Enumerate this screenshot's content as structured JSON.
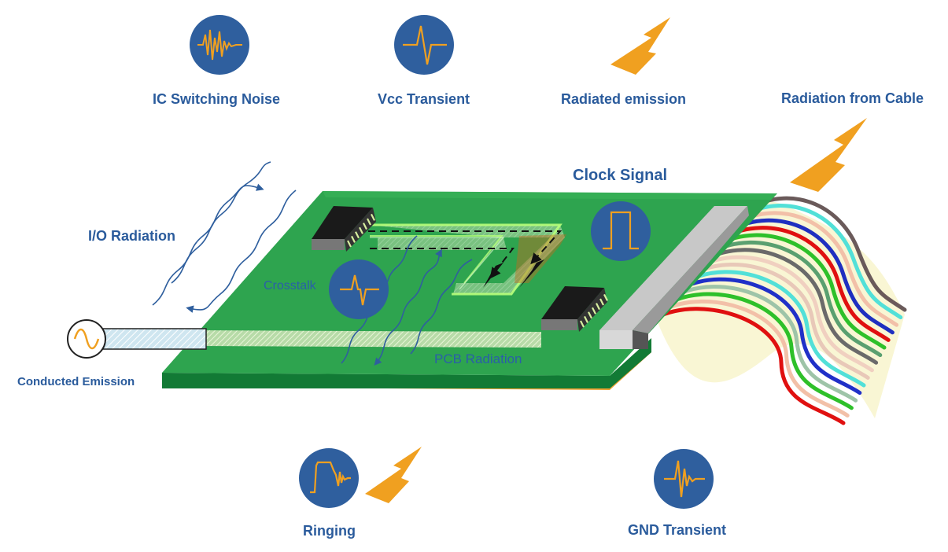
{
  "labels": {
    "ic_switching_noise": "IC Switching Noise",
    "vcc_transient": "Vcc Transient",
    "radiated_emission": "Radiated emission",
    "radiation_from_cable": "Radiation from Cable",
    "clock_signal": "Clock Signal",
    "io_radiation": "I/O Radiation",
    "crosstalk": "Crosstalk",
    "pcb_radiation": "PCB Radiation",
    "conducted_emission": "Conducted Emission",
    "ringing": "Ringing",
    "gnd_transient": "GND Transient"
  },
  "colors": {
    "label_blue": "#2a5b9c",
    "icon_circle": "#2f5f9e",
    "waveform_orange": "#f0a020",
    "lightning_orange": "#f0a020",
    "board_top": "#2ea44f",
    "board_edge": "#127a35",
    "board_copper": "#e8a030",
    "trace_glow": "#a8f07a",
    "chip_body": "#1a1a1a",
    "pin_color": "#d8f0a0",
    "connector_gray": "#c0c0c0",
    "cable_colors": [
      "#e01010",
      "#f2c0a8",
      "#2ec02a",
      "#9ec4a8",
      "#2030c8",
      "#52e0d8",
      "#e8c8b8",
      "#f0d0c0",
      "#6a6a6a",
      "#5aa070",
      "#2ec02a",
      "#e01010",
      "#1f2fc0",
      "#f2c0a8",
      "#52e0d8",
      "#6a5a5a"
    ]
  }
}
